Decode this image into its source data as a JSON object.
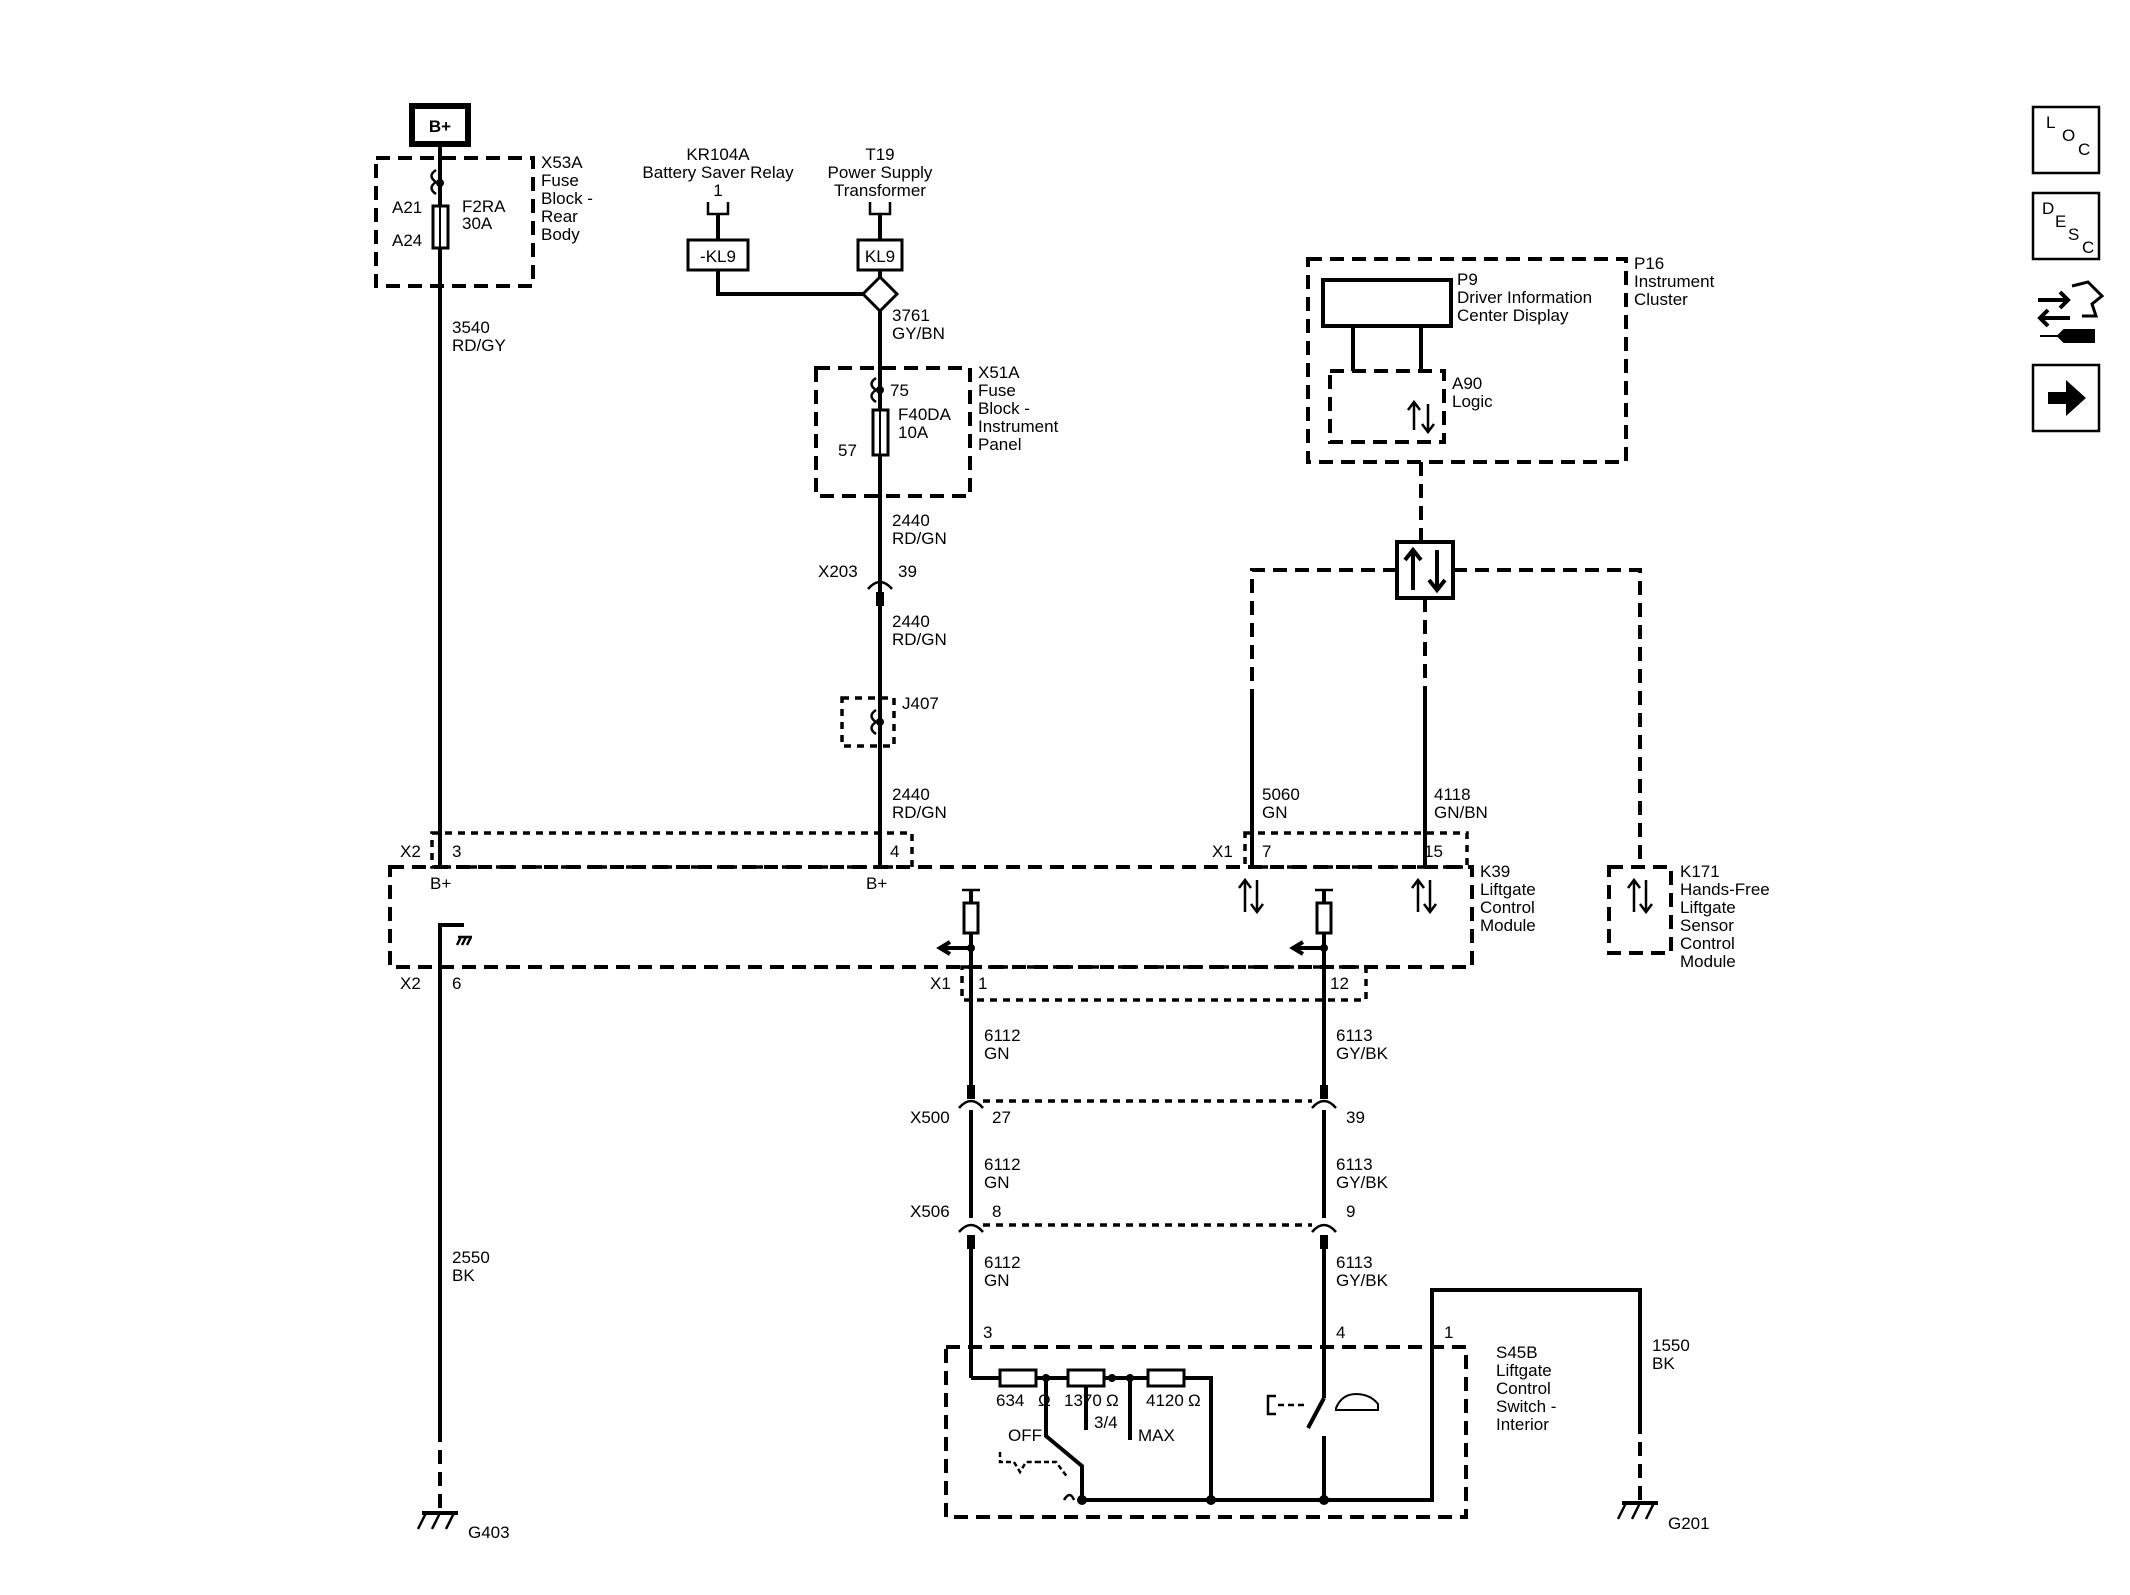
{
  "power": {
    "bplus_label": "B+"
  },
  "fuse_x53a": {
    "name": "X53A",
    "desc": [
      "Fuse",
      "Block -",
      "Rear",
      "Body"
    ],
    "fuse": "F2RA",
    "rating": "30A",
    "pin_in": "A21",
    "pin_out": "A24"
  },
  "kr104a": {
    "name": "KR104A",
    "desc": "Battery Saver Relay",
    "pin": "1",
    "tag": "-KL9"
  },
  "t19": {
    "name": "T19",
    "desc": [
      "Power Supply",
      "Transformer"
    ],
    "tag": "KL9"
  },
  "fuse_x51a": {
    "name": "X51A",
    "desc": [
      "Fuse",
      "Block -",
      "Instrument",
      "Panel"
    ],
    "fuse": "F40DA",
    "rating": "10A",
    "pin_in": "75",
    "pin_out": "57"
  },
  "wires": {
    "w3540": [
      "3540",
      "RD/GY"
    ],
    "w3761": [
      "3761",
      "GY/BN"
    ],
    "w2440_a": [
      "2440",
      "RD/GN"
    ],
    "w2440_b": [
      "2440",
      "RD/GN"
    ],
    "w2440_c": [
      "2440",
      "RD/GN"
    ],
    "w5060": [
      "5060",
      "GN"
    ],
    "w4118": [
      "4118",
      "GN/BN"
    ],
    "w6112_a": [
      "6112",
      "GN"
    ],
    "w6113_a": [
      "6113",
      "GY/BK"
    ],
    "w6112_b": [
      "6112",
      "GN"
    ],
    "w6113_b": [
      "6113",
      "GY/BK"
    ],
    "w6112_c": [
      "6112",
      "GN"
    ],
    "w6113_c": [
      "6113",
      "GY/BK"
    ],
    "w2550": [
      "2550",
      "BK"
    ],
    "w1550": [
      "1550",
      "BK"
    ]
  },
  "connectors": {
    "x203": {
      "name": "X203",
      "pin": "39"
    },
    "j407": {
      "name": "J407"
    },
    "x2_top": {
      "name": "X2",
      "pins": [
        "3",
        "4"
      ]
    },
    "x1_top": {
      "name": "X1",
      "pins": [
        "7",
        "15"
      ]
    },
    "x2_bottom": {
      "name": "X2",
      "pin": "6"
    },
    "x1_bottom": {
      "name": "X1",
      "pins": [
        "1",
        "12"
      ]
    },
    "x500": {
      "name": "X500",
      "pins": [
        "27",
        "39"
      ]
    },
    "x506": {
      "name": "X506",
      "pins": [
        "8",
        "9"
      ]
    }
  },
  "k39": {
    "name": "K39",
    "desc": [
      "Liftgate",
      "Control",
      "Module"
    ],
    "bplus_1": "B+",
    "bplus_2": "B+"
  },
  "p16": {
    "name": "P16",
    "desc": [
      "Instrument",
      "Cluster"
    ]
  },
  "p9": {
    "name": "P9",
    "desc": [
      "Driver Information",
      "Center Display"
    ]
  },
  "a90": {
    "name": "A90",
    "desc": "Logic"
  },
  "k171": {
    "name": "K171",
    "desc": [
      "Hands-Free",
      "Liftgate",
      "Sensor",
      "Control",
      "Module"
    ]
  },
  "s45b": {
    "name": "S45B",
    "desc": [
      "Liftgate",
      "Control",
      "Switch -",
      "Interior"
    ],
    "pins": [
      "3",
      "4",
      "1"
    ],
    "resistors": [
      "634",
      "1370",
      "4120"
    ],
    "ohm": "Ω",
    "positions": [
      "OFF",
      "3/4",
      "MAX"
    ]
  },
  "grounds": {
    "g403": "G403",
    "g201": "G201"
  },
  "sidebar": {
    "loc": [
      "L",
      "O",
      "C"
    ],
    "desc": [
      "D",
      "E",
      "S",
      "C"
    ]
  }
}
